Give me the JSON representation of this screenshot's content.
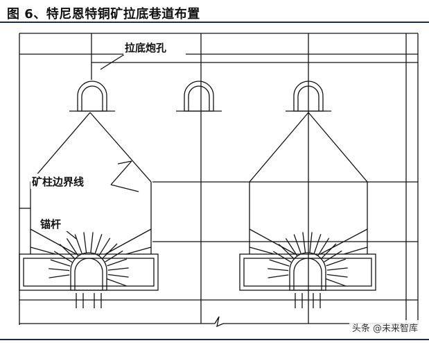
{
  "figure": {
    "title": "图 6、特尼恩特铜矿拉底巷道布置"
  },
  "labels": {
    "undercut_hole": "拉底炮孔",
    "pillar_boundary": "矿柱边界线",
    "rock_bolt": "锚杆"
  },
  "watermark": "头条 @未来智库",
  "colors": {
    "line": "#111111",
    "rule": "#1a2a55"
  }
}
